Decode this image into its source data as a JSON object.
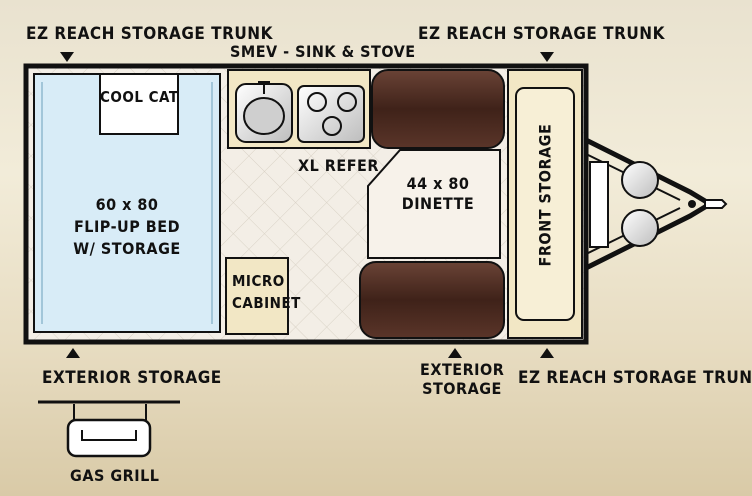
{
  "labels": {
    "top_left_trunk": "EZ REACH STORAGE TRUNK",
    "top_right_trunk": "EZ REACH STORAGE TRUNK",
    "sink_stove": "SMEV - SINK & STOVE",
    "cool_cat": "COOL CAT",
    "bed_line1": "60 x 80",
    "bed_line2": "FLIP-UP BED",
    "bed_line3": "W/ STORAGE",
    "refer": "XL REFER",
    "dinette_line1": "44 x 80",
    "dinette_line2": "DINETTE",
    "micro_line1": "MICRO",
    "micro_line2": "CABINET",
    "front_storage": "FRONT STORAGE",
    "exterior_storage_left": "EXTERIOR STORAGE",
    "exterior_storage_mid_line1": "EXTERIOR",
    "exterior_storage_mid_line2": "STORAGE",
    "bottom_right_trunk": "EZ REACH STORAGE TRUNK",
    "gas_grill": "GAS GRILL"
  },
  "colors": {
    "outline": "#111111",
    "bed_fill": "#d8ecf7",
    "cabinet_fill": "#f2e7c5",
    "seat_brown": "#4a2a20",
    "tile_fill": "#f3eee6"
  }
}
